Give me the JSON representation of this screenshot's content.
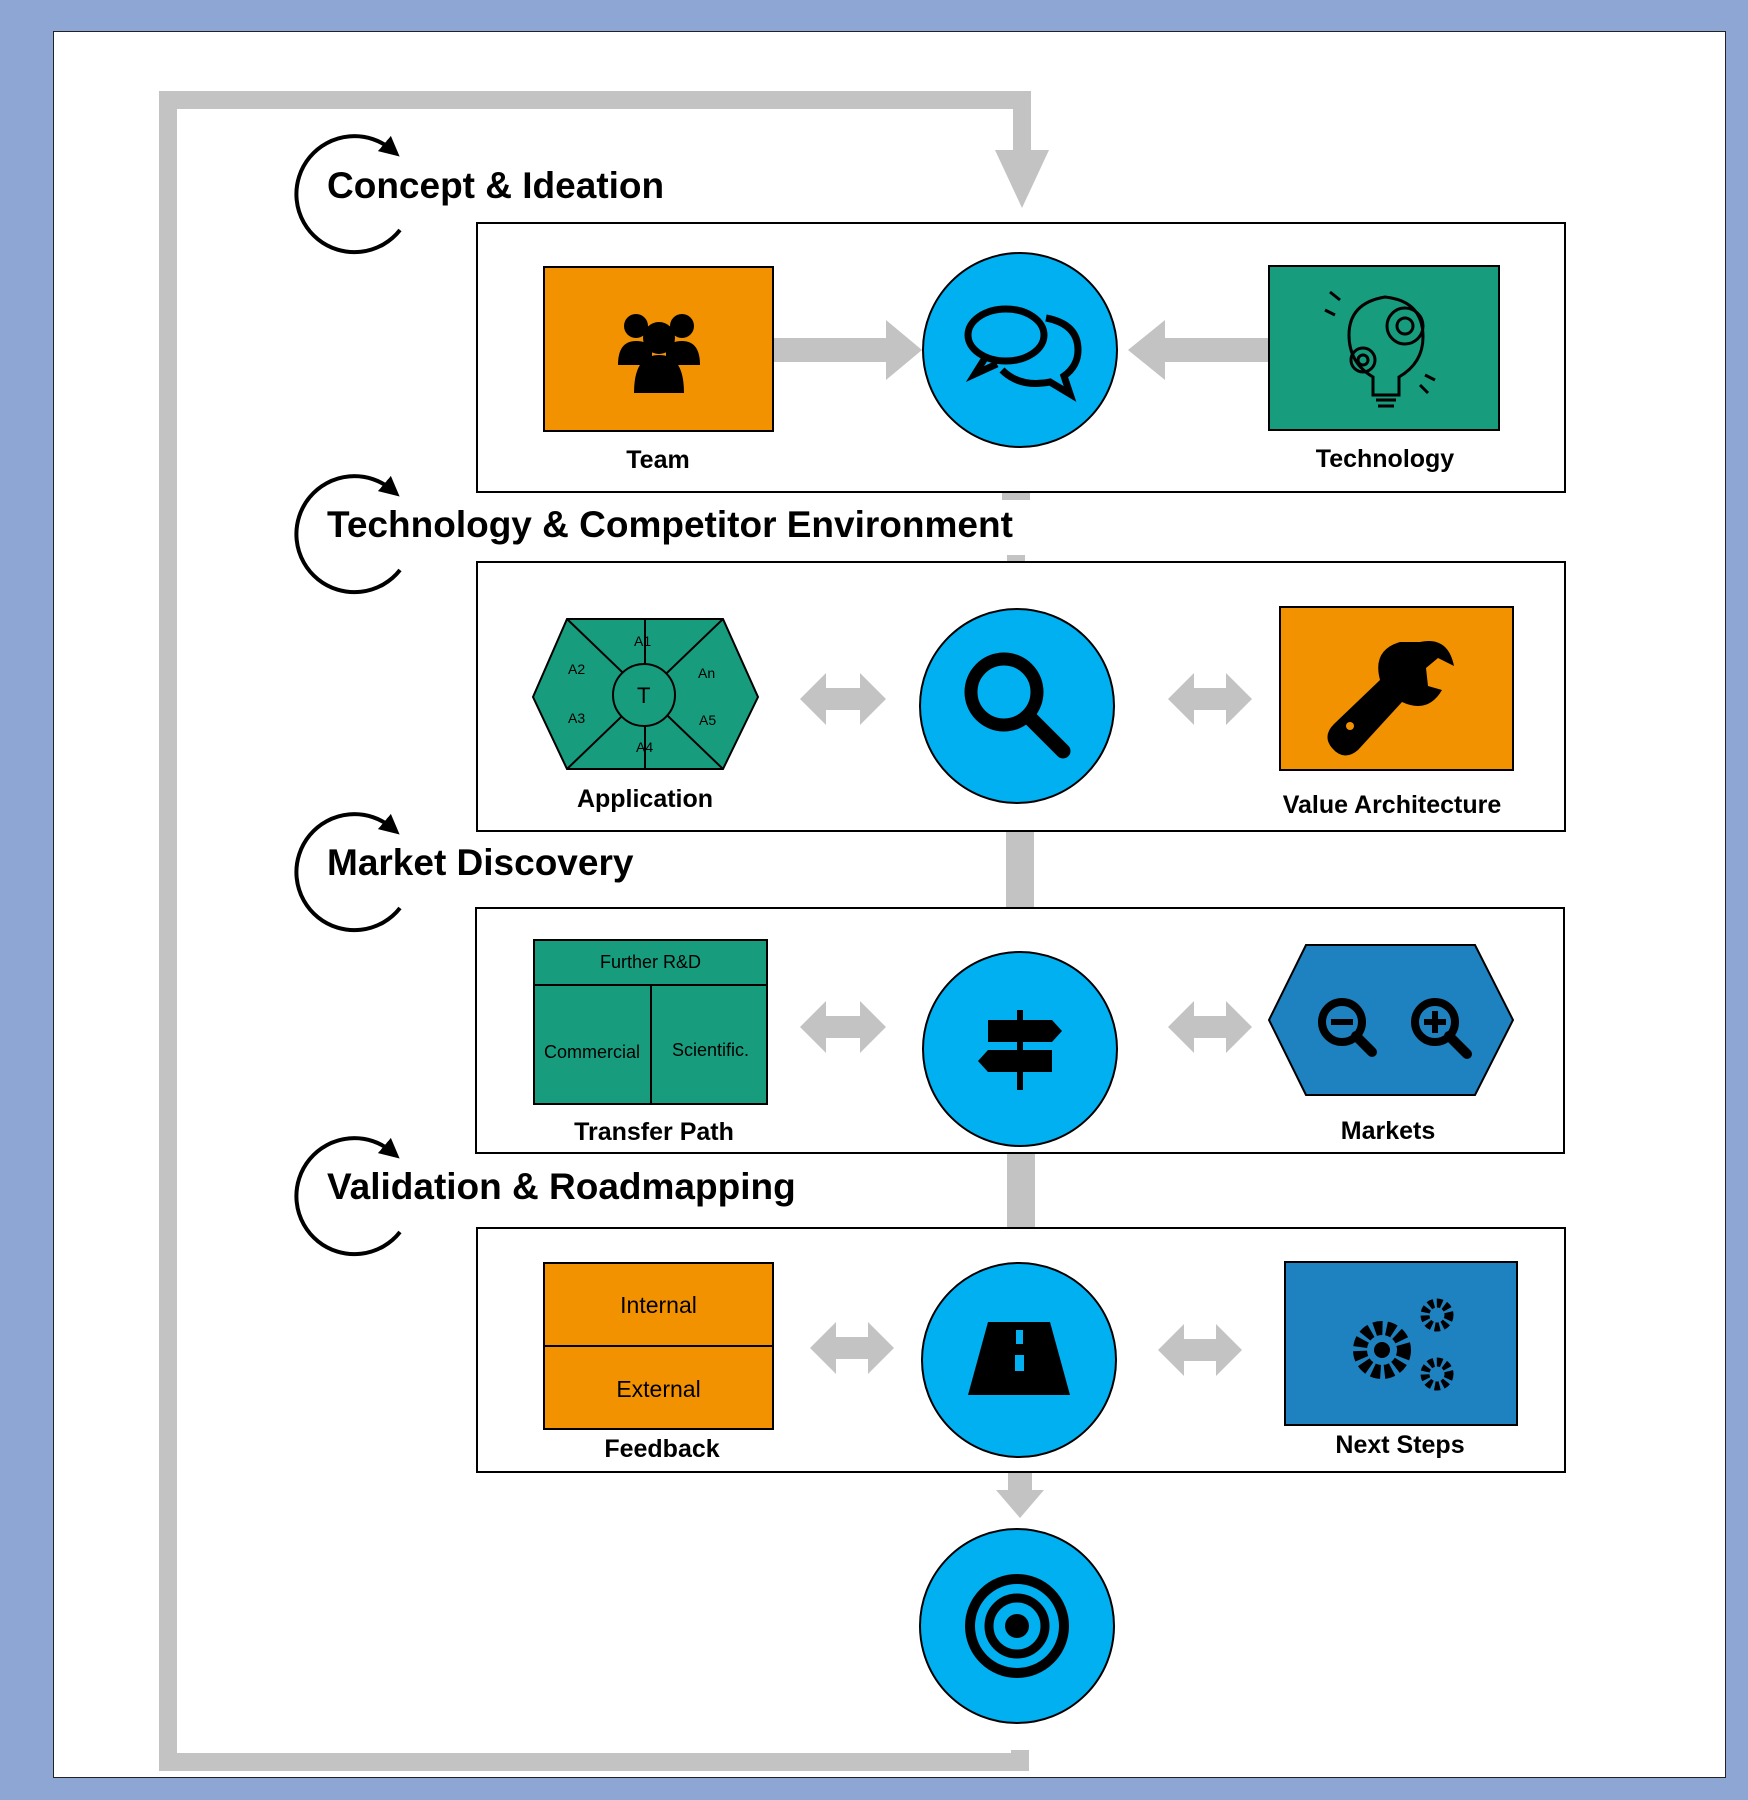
{
  "colors": {
    "background": "#8ea6d4",
    "panel": "#ffffff",
    "connector": "#c3c3c3",
    "hub": "#00b0f0",
    "orange": "#f39200",
    "green": "#179c7d",
    "blue": "#1f82c0"
  },
  "phases": [
    {
      "title": "Concept & Ideation",
      "hub_icon": "chat-bubbles-icon",
      "left": {
        "label": "Team",
        "icon": "team-icon"
      },
      "right": {
        "label": "Technology",
        "icon": "lightbulb-gear-icon"
      }
    },
    {
      "title": "Technology & Competitor Environment",
      "hub_icon": "magnifier-icon",
      "left": {
        "label": "Application",
        "segments": [
          "A1",
          "A2",
          "An",
          "A3",
          "A5",
          "A4"
        ],
        "center": "T"
      },
      "right": {
        "label": "Value Architecture",
        "icon": "wrench-icon"
      }
    },
    {
      "title": "Market Discovery",
      "hub_icon": "signpost-icon",
      "left": {
        "label": "Transfer Path",
        "top": "Further R&D",
        "bottom_left": "Commercial",
        "bottom_right": "Scientific."
      },
      "right": {
        "label": "Markets",
        "icon": "zoom-in-out-icon"
      }
    },
    {
      "title": "Validation & Roadmapping",
      "hub_icon": "road-icon",
      "left": {
        "label": "Feedback",
        "top": "Internal",
        "bottom": "External"
      },
      "right": {
        "label": "Next Steps",
        "icon": "gears-icon"
      }
    }
  ],
  "goal_icon": "target-icon",
  "cycle_icon": "cycle-arrow-icon"
}
